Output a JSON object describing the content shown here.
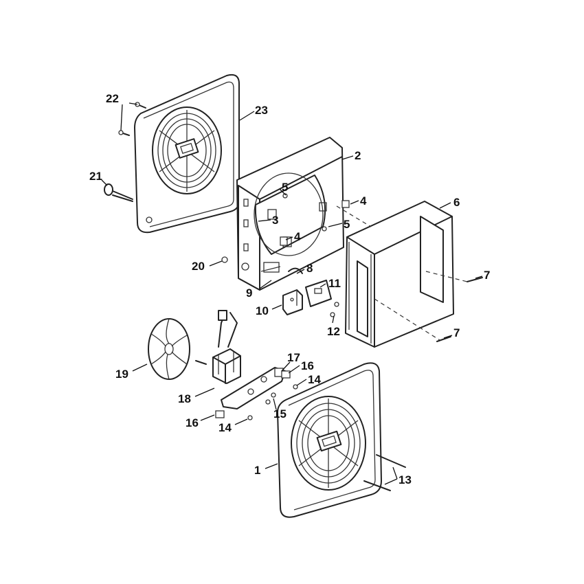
{
  "callouts": [
    {
      "id": "c22",
      "text": "22"
    },
    {
      "id": "c23",
      "text": "23"
    },
    {
      "id": "c2",
      "text": "2"
    },
    {
      "id": "c21",
      "text": "21"
    },
    {
      "id": "c5a",
      "text": "5"
    },
    {
      "id": "c4a",
      "text": "4"
    },
    {
      "id": "c6",
      "text": "6"
    },
    {
      "id": "c3",
      "text": "3"
    },
    {
      "id": "c5b",
      "text": "5"
    },
    {
      "id": "c4b",
      "text": "4"
    },
    {
      "id": "c20",
      "text": "20"
    },
    {
      "id": "c8",
      "text": "8"
    },
    {
      "id": "c7a",
      "text": "7"
    },
    {
      "id": "c9",
      "text": "9"
    },
    {
      "id": "c11",
      "text": "11"
    },
    {
      "id": "c10",
      "text": "10"
    },
    {
      "id": "c12",
      "text": "12"
    },
    {
      "id": "c7b",
      "text": "7"
    },
    {
      "id": "c17",
      "text": "17"
    },
    {
      "id": "c19",
      "text": "19"
    },
    {
      "id": "c16a",
      "text": "16"
    },
    {
      "id": "c14a",
      "text": "14"
    },
    {
      "id": "c18",
      "text": "18"
    },
    {
      "id": "c15",
      "text": "15"
    },
    {
      "id": "c16b",
      "text": "16"
    },
    {
      "id": "c14b",
      "text": "14"
    },
    {
      "id": "c1",
      "text": "1"
    },
    {
      "id": "c13",
      "text": "13"
    }
  ]
}
